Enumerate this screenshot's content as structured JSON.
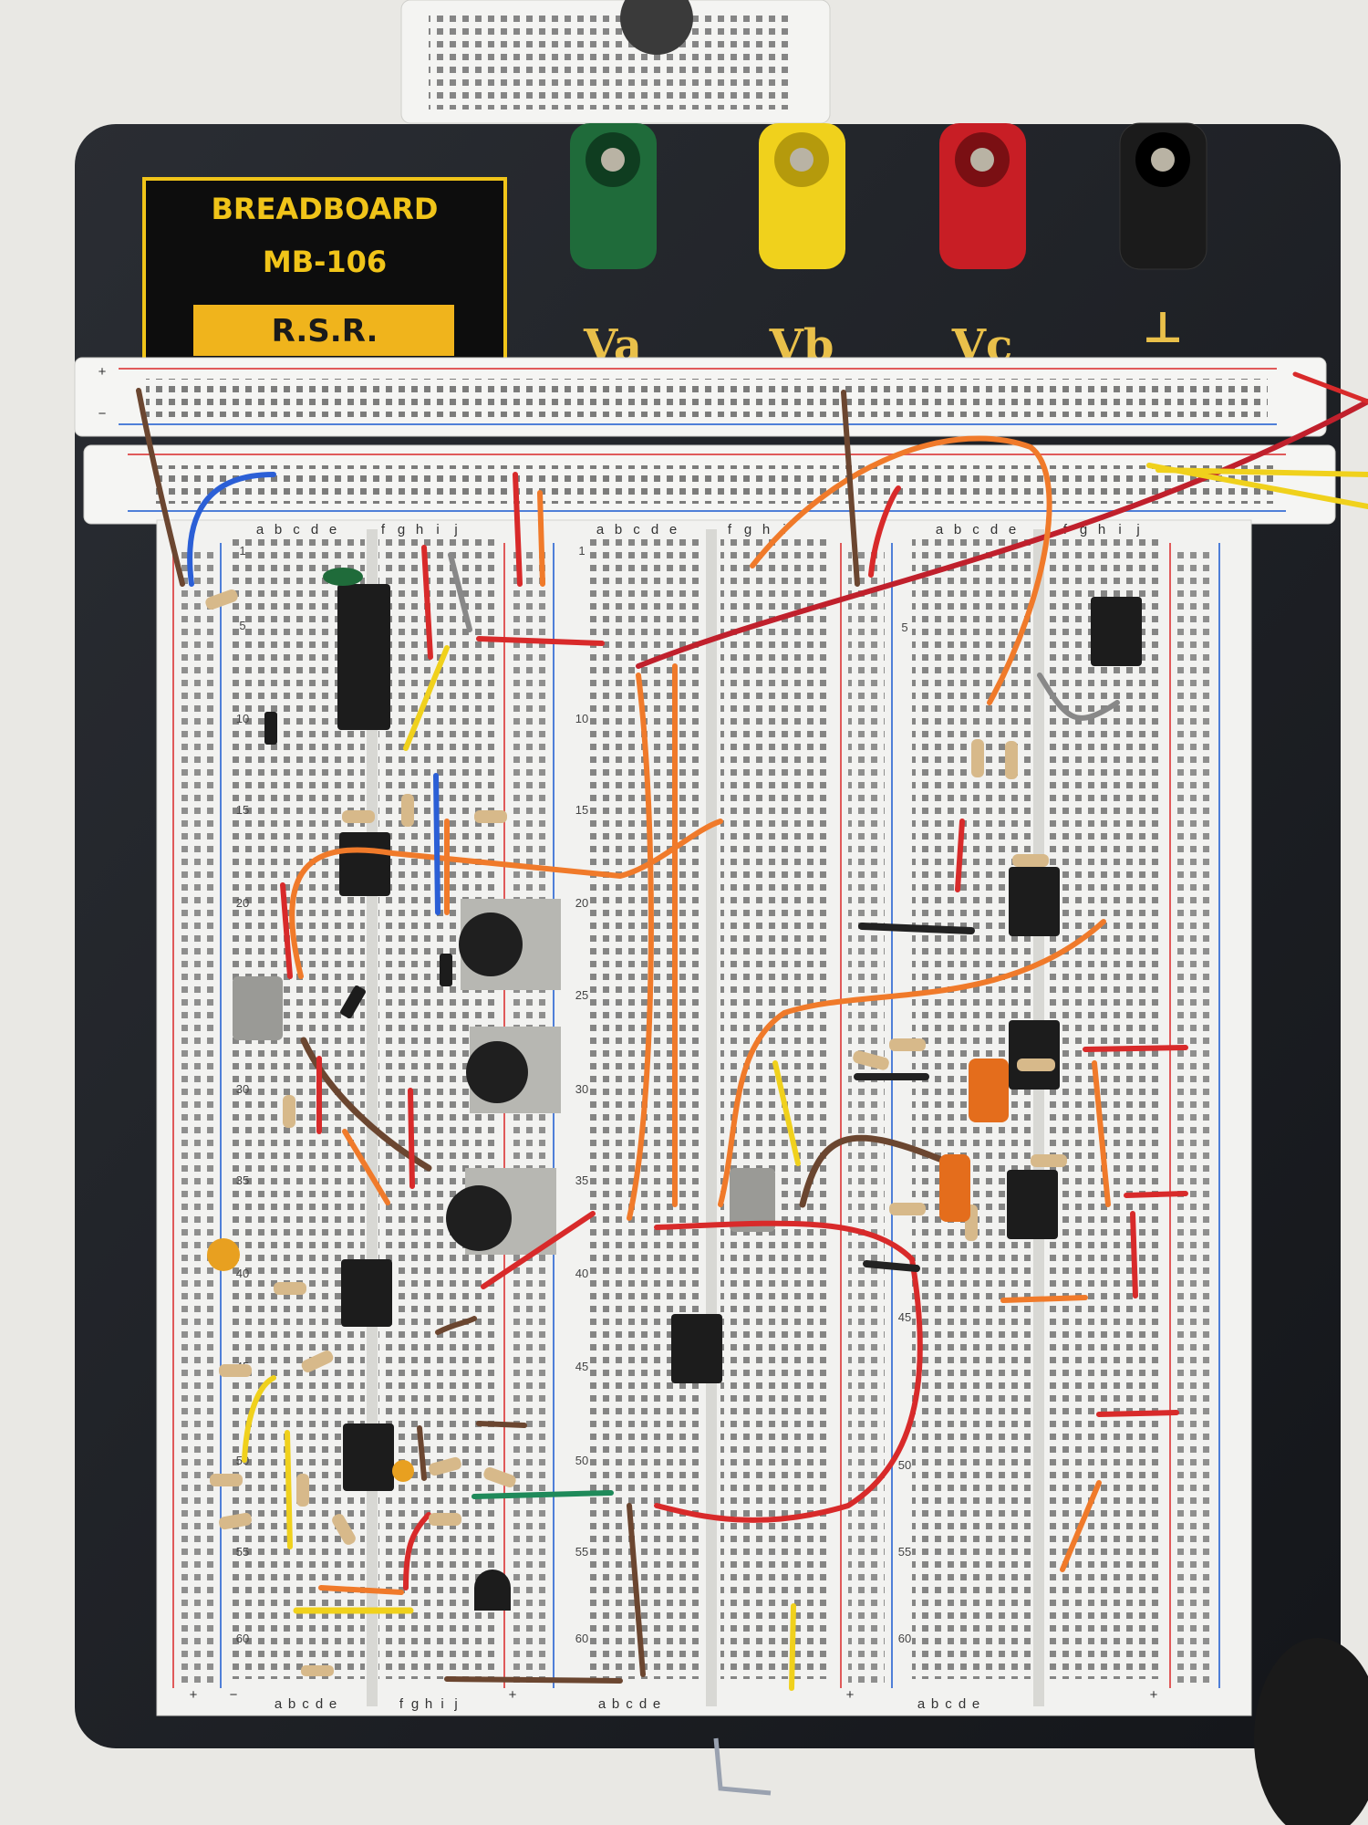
{
  "board": {
    "brand": "BREADBOARD",
    "model": "MB-106",
    "maker": "R.S.R."
  },
  "posts": [
    {
      "label": "Va",
      "color": "#1f6b3a"
    },
    {
      "label": "Vb",
      "color": "#f0d11c"
    },
    {
      "label": "Vc",
      "color": "#c81e25"
    },
    {
      "label": "⊥",
      "color": "#1b1b1b"
    }
  ],
  "strip_columns_left": [
    "a",
    "b",
    "c",
    "d",
    "e"
  ],
  "strip_columns_right": [
    "f",
    "g",
    "h",
    "i",
    "j"
  ],
  "row_numbers": [
    "1",
    "5",
    "10",
    "15",
    "20",
    "25",
    "30",
    "35",
    "40",
    "45",
    "50",
    "55",
    "60"
  ],
  "rail_signs": {
    "plus": "+",
    "minus": "−"
  }
}
